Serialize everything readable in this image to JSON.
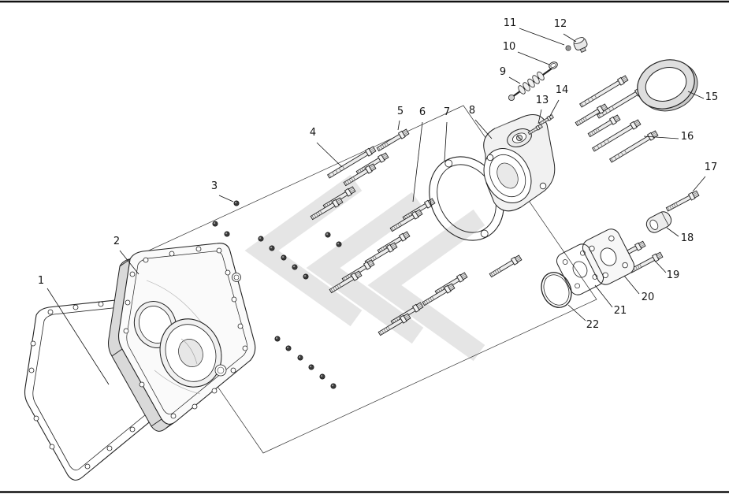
{
  "diagram": {
    "callouts": [
      "1",
      "2",
      "3",
      "4",
      "5",
      "6",
      "7",
      "8",
      "9",
      "10",
      "11",
      "12",
      "13",
      "14",
      "15",
      "16",
      "17",
      "18",
      "19",
      "20",
      "21",
      "22"
    ]
  },
  "colors": {
    "line": "#1a1a1a",
    "watermark": "#bdbdbd",
    "background": "#ffffff"
  }
}
